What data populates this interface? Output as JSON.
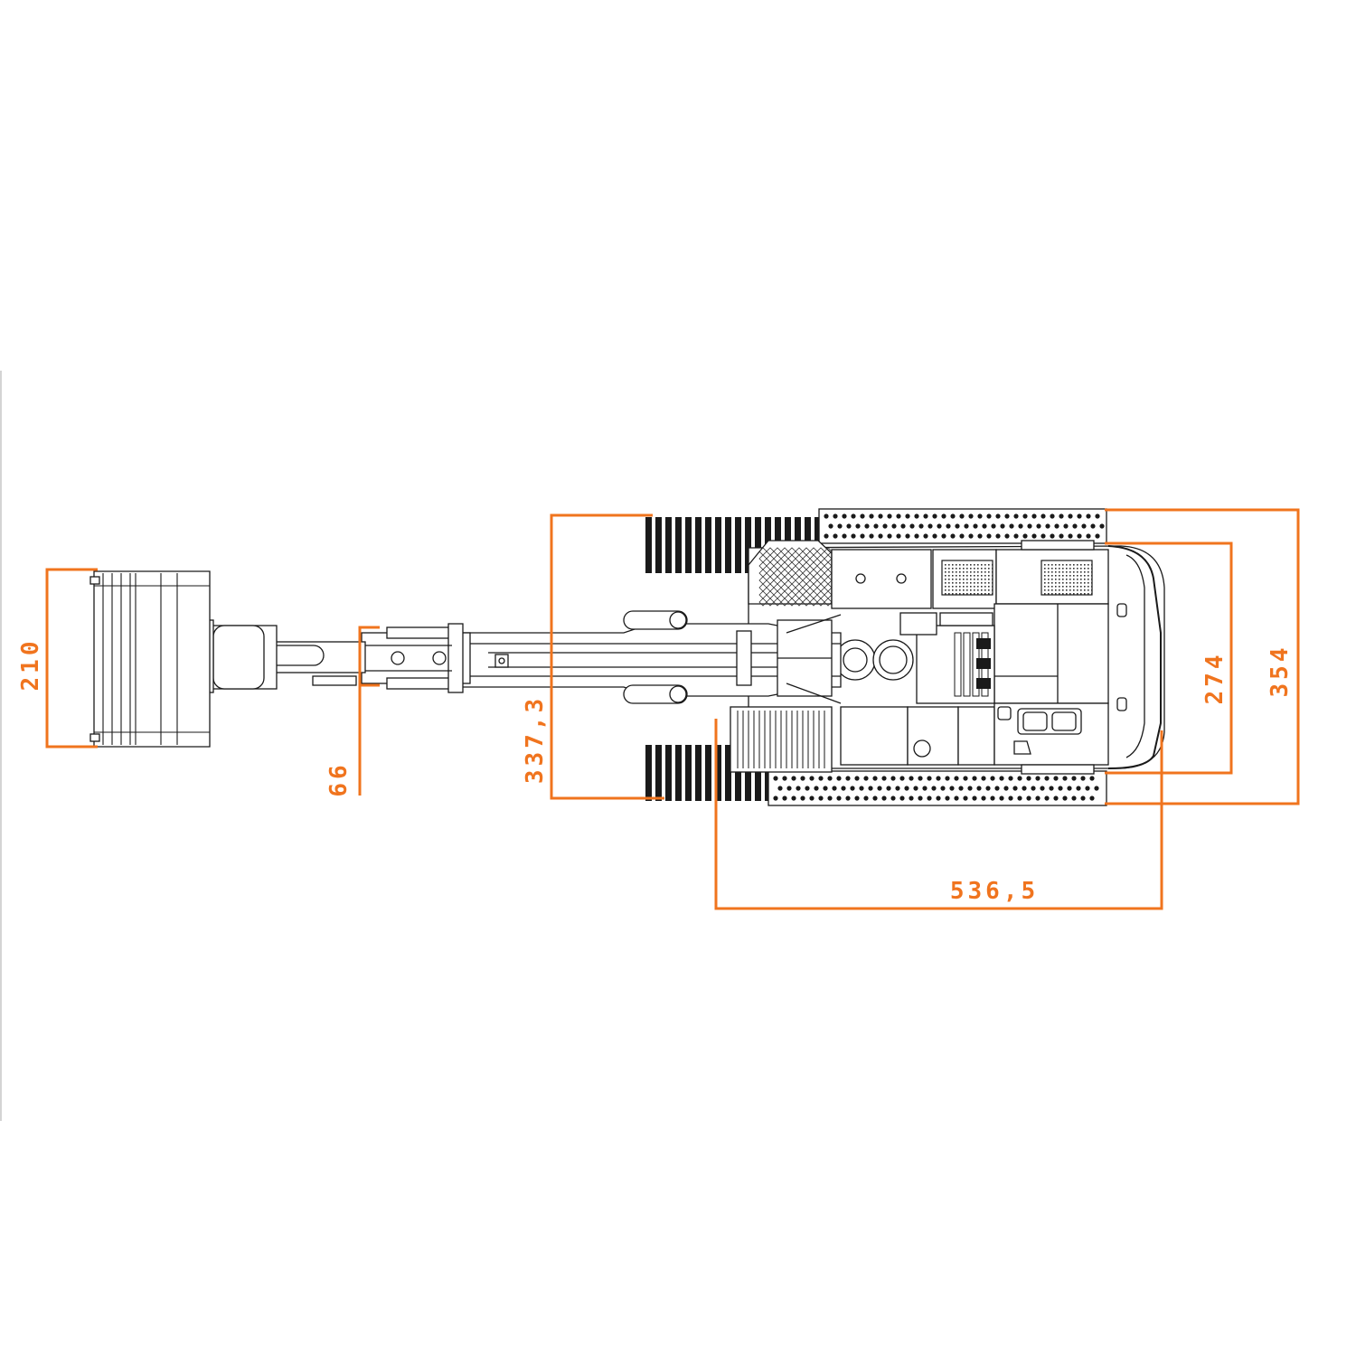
{
  "colors": {
    "dimension": "#f0741e",
    "linework": "#1a1a1a",
    "background": "#ffffff"
  },
  "dimensions": {
    "bucket_width": "210",
    "arm_width": "66",
    "track_gauge": "337,3",
    "body_width": "274",
    "overall_width": "354",
    "body_length": "536,5"
  }
}
